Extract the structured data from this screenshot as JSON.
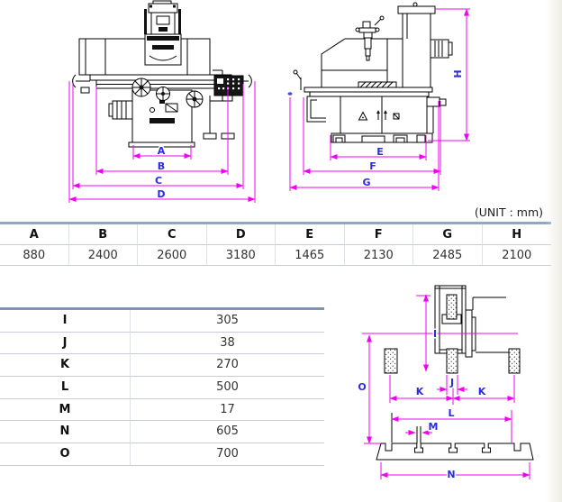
{
  "unit_note": "(UNIT : mm)",
  "dim_table_horizontal": {
    "headers": [
      "A",
      "B",
      "C",
      "D",
      "E",
      "F",
      "G",
      "H"
    ],
    "values": [
      "880",
      "2400",
      "2600",
      "3180",
      "1465",
      "2130",
      "2485",
      "2100"
    ]
  },
  "dim_table_vertical": {
    "rows": [
      {
        "label": "I",
        "value": "305"
      },
      {
        "label": "J",
        "value": "38"
      },
      {
        "label": "K",
        "value": "270"
      },
      {
        "label": "L",
        "value": "500"
      },
      {
        "label": "M",
        "value": "17"
      },
      {
        "label": "N",
        "value": "605"
      },
      {
        "label": "O",
        "value": "700"
      }
    ]
  },
  "labels": {
    "a": "A",
    "b": "B",
    "c": "C",
    "d": "D",
    "e": "E",
    "f": "F",
    "g": "G",
    "h": "H",
    "i": "I",
    "j": "J",
    "k": "K",
    "l": "L",
    "m": "M",
    "n": "N",
    "o": "O"
  },
  "colors": {
    "dimension_line": "#F100F1",
    "dimension_label": "#2B2BE0",
    "drawing_line": "#000000",
    "table1_top_border": "#8FA7C5",
    "table2_top_border": "#7D92B5",
    "row_divider": "#C9CDD3",
    "column_divider": "#DEE1E5"
  }
}
